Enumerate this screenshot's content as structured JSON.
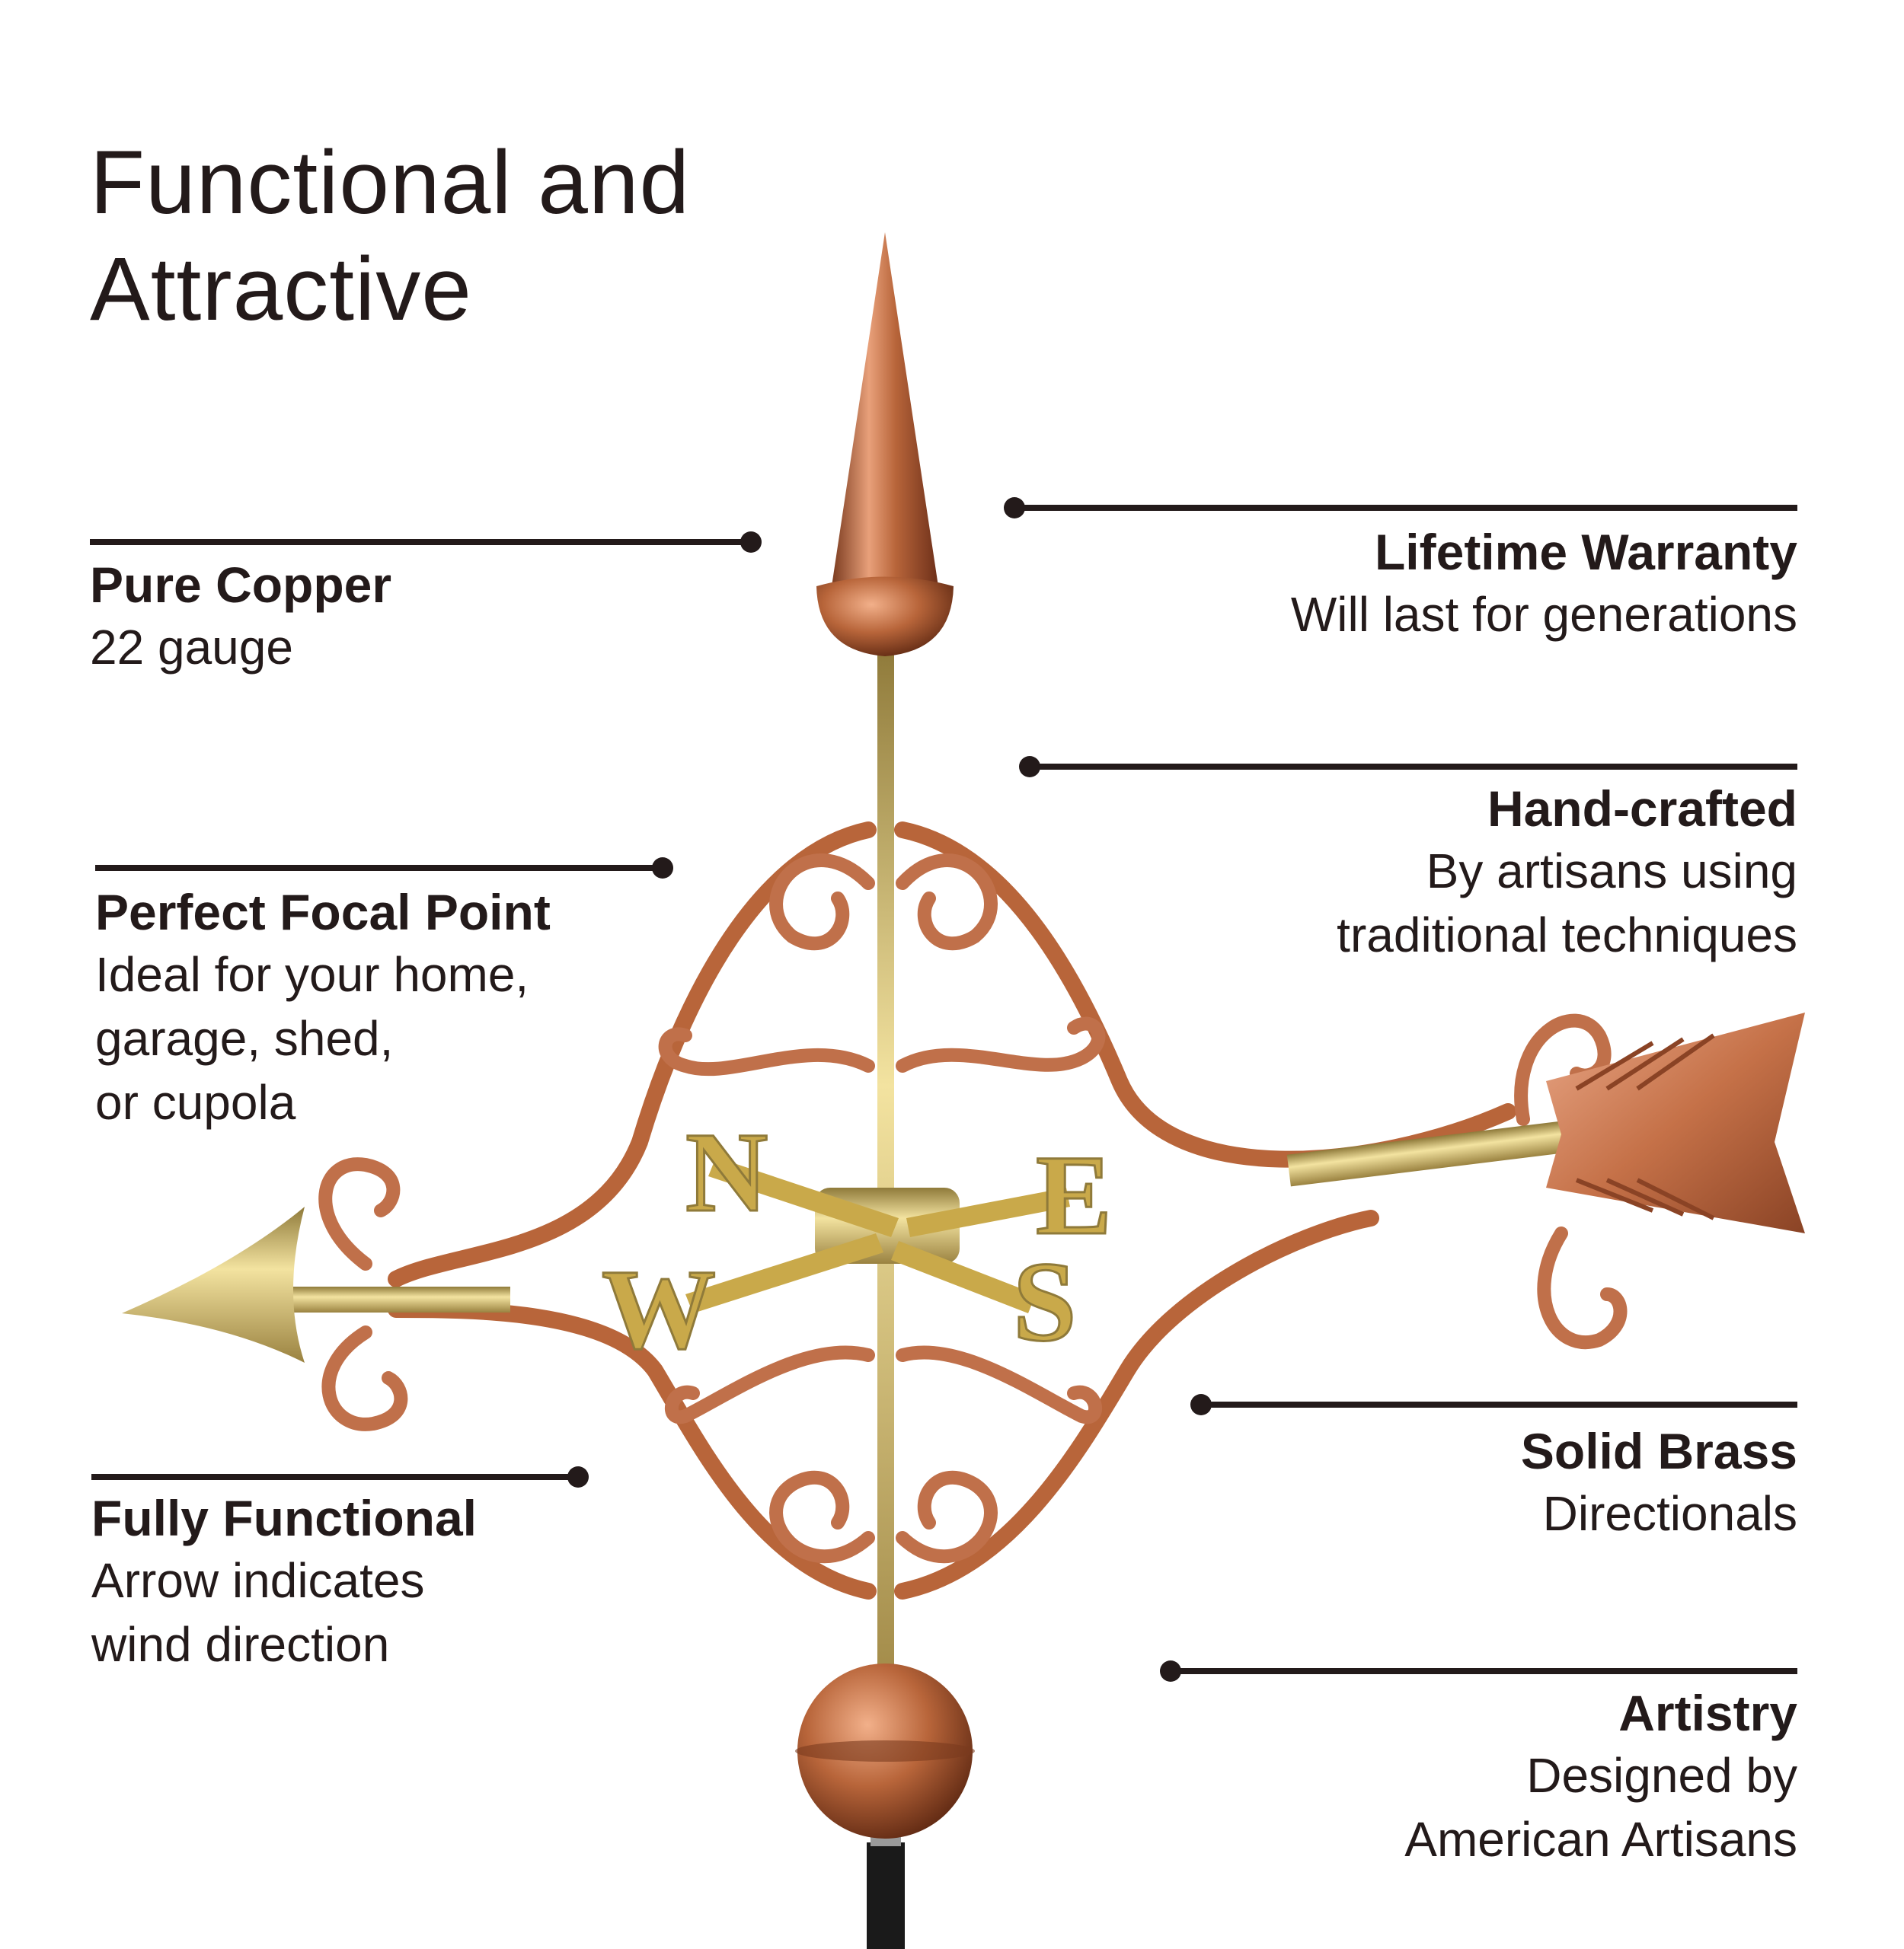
{
  "title": {
    "line1": "Functional and",
    "line2": "Attractive"
  },
  "callouts": {
    "pure_copper": {
      "heading": "Pure Copper",
      "desc": [
        "22 gauge"
      ]
    },
    "focal_point": {
      "heading": "Perfect Focal Point",
      "desc": [
        "Ideal for your home,",
        "garage, shed,",
        "or cupola"
      ]
    },
    "fully_functional": {
      "heading": "Fully Functional",
      "desc": [
        "Arrow indicates",
        "wind direction"
      ]
    },
    "lifetime_warranty": {
      "heading": "Lifetime Warranty",
      "desc": [
        "Will last for generations"
      ]
    },
    "hand_crafted": {
      "heading": "Hand-crafted",
      "desc": [
        "By artisans using",
        "traditional techniques"
      ]
    },
    "solid_brass": {
      "heading": "Solid Brass",
      "desc": [
        "Directionals"
      ]
    },
    "artistry": {
      "heading": "Artistry",
      "desc": [
        "Designed by",
        "American Artisans"
      ]
    }
  },
  "compass": {
    "north": "N",
    "east": "E",
    "south": "S",
    "west": "W"
  },
  "colors": {
    "text": "#231a1a",
    "copper": "#b8653a",
    "brass": "#c9a94a",
    "background": "#ffffff"
  }
}
